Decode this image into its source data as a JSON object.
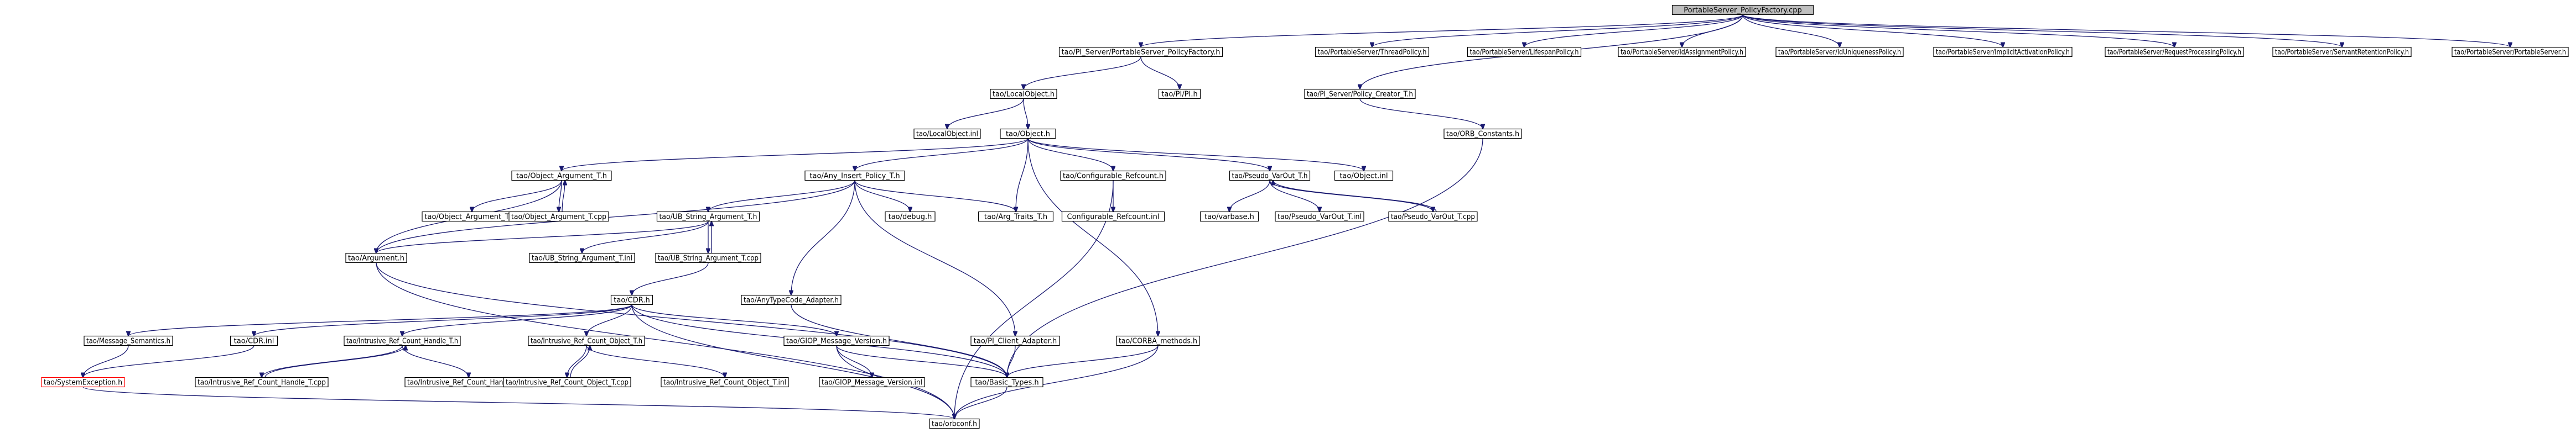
{
  "graph": {
    "nodes": [
      {
        "id": "root",
        "label": "PortableServer_PolicyFactory.cpp",
        "style": "root"
      },
      {
        "id": "pi_sf",
        "label": "tao/PI_Server/PortableServer_PolicyFactory.h"
      },
      {
        "id": "tp",
        "label": "tao/PortableServer/ThreadPolicy.h"
      },
      {
        "id": "lp",
        "label": "tao/PortableServer/LifespanPolicy.h"
      },
      {
        "id": "iap",
        "label": "tao/PortableServer/IdAssignmentPolicy.h"
      },
      {
        "id": "iup",
        "label": "tao/PortableServer/IdUniquenessPolicy.h"
      },
      {
        "id": "impl",
        "label": "tao/PortableServer/ImplicitActivationPolicy.h"
      },
      {
        "id": "rpp",
        "label": "tao/PortableServer/RequestProcessingPolicy.h"
      },
      {
        "id": "srp",
        "label": "tao/PortableServer/ServantRetentionPolicy.h"
      },
      {
        "id": "ps",
        "label": "tao/PortableServer/PortableServer.h"
      },
      {
        "id": "lo",
        "label": "tao/LocalObject.h"
      },
      {
        "id": "pih",
        "label": "tao/PI/PI.h"
      },
      {
        "id": "pcreator",
        "label": "tao/PI_Server/Policy_Creator_T.h"
      },
      {
        "id": "loinl",
        "label": "tao/LocalObject.inl"
      },
      {
        "id": "obj",
        "label": "tao/Object.h"
      },
      {
        "id": "orbc",
        "label": "tao/ORB_Constants.h"
      },
      {
        "id": "oat",
        "label": "tao/Object_Argument_T.h"
      },
      {
        "id": "aip",
        "label": "tao/Any_Insert_Policy_T.h"
      },
      {
        "id": "cref",
        "label": "tao/Configurable_Refcount.h"
      },
      {
        "id": "pvt",
        "label": "tao/Pseudo_VarOut_T.h"
      },
      {
        "id": "objinl",
        "label": "tao/Object.inl"
      },
      {
        "id": "oatinl",
        "label": "tao/Object_Argument_T.inl"
      },
      {
        "id": "oatcpp",
        "label": "tao/Object_Argument_T.cpp"
      },
      {
        "id": "usat",
        "label": "tao/UB_String_Argument_T.h"
      },
      {
        "id": "dbg",
        "label": "tao/debug.h"
      },
      {
        "id": "argt",
        "label": "tao/Arg_Traits_T.h"
      },
      {
        "id": "crefinl",
        "label": "Configurable_Refcount.inl"
      },
      {
        "id": "vbase",
        "label": "tao/varbase.h"
      },
      {
        "id": "pvtinl",
        "label": "tao/Pseudo_VarOut_T.inl"
      },
      {
        "id": "pvtcpp",
        "label": "tao/Pseudo_VarOut_T.cpp"
      },
      {
        "id": "arg",
        "label": "tao/Argument.h"
      },
      {
        "id": "usatinl",
        "label": "tao/UB_String_Argument_T.inl"
      },
      {
        "id": "usatcpp",
        "label": "tao/UB_String_Argument_T.cpp"
      },
      {
        "id": "cdr",
        "label": "tao/CDR.h"
      },
      {
        "id": "atca",
        "label": "tao/AnyTypeCode_Adapter.h"
      },
      {
        "id": "ms",
        "label": "tao/Message_Semantics.h"
      },
      {
        "id": "cdrinl",
        "label": "tao/CDR.inl"
      },
      {
        "id": "irch",
        "label": "tao/Intrusive_Ref_Count_Handle_T.h"
      },
      {
        "id": "irco",
        "label": "tao/Intrusive_Ref_Count_Object_T.h"
      },
      {
        "id": "giop",
        "label": "tao/GIOP_Message_Version.h"
      },
      {
        "id": "pica",
        "label": "tao/PI_Client_Adapter.h"
      },
      {
        "id": "corbam",
        "label": "tao/CORBA_methods.h"
      },
      {
        "id": "sysex",
        "label": "tao/SystemException.h",
        "style": "red"
      },
      {
        "id": "irchcpp",
        "label": "tao/Intrusive_Ref_Count_Handle_T.cpp"
      },
      {
        "id": "irchinl",
        "label": "tao/Intrusive_Ref_Count_Handle_T.inl"
      },
      {
        "id": "irco_cpp",
        "label": "tao/Intrusive_Ref_Count_Object_T.cpp"
      },
      {
        "id": "irco_inl",
        "label": "tao/Intrusive_Ref_Count_Object_T.inl"
      },
      {
        "id": "giopinl",
        "label": "tao/GIOP_Message_Version.inl"
      },
      {
        "id": "basic",
        "label": "tao/Basic_Types.h"
      },
      {
        "id": "orbconf",
        "label": "tao/orbconf.h"
      }
    ],
    "edges": [
      [
        "root",
        "pi_sf"
      ],
      [
        "root",
        "tp"
      ],
      [
        "root",
        "lp"
      ],
      [
        "root",
        "iap"
      ],
      [
        "root",
        "iup"
      ],
      [
        "root",
        "impl"
      ],
      [
        "root",
        "rpp"
      ],
      [
        "root",
        "srp"
      ],
      [
        "root",
        "ps"
      ],
      [
        "root",
        "pcreator"
      ],
      [
        "pi_sf",
        "lo"
      ],
      [
        "pi_sf",
        "pih"
      ],
      [
        "pcreator",
        "orbc"
      ],
      [
        "lo",
        "loinl"
      ],
      [
        "lo",
        "obj"
      ],
      [
        "orbc",
        "basic"
      ],
      [
        "obj",
        "oat"
      ],
      [
        "obj",
        "aip"
      ],
      [
        "obj",
        "cref"
      ],
      [
        "obj",
        "pvt"
      ],
      [
        "obj",
        "objinl"
      ],
      [
        "obj",
        "argt"
      ],
      [
        "obj",
        "corbam"
      ],
      [
        "oat",
        "oatinl"
      ],
      [
        "oat",
        "oatcpp"
      ],
      [
        "oat",
        "arg"
      ],
      [
        "oatcpp",
        "oat"
      ],
      [
        "aip",
        "usat"
      ],
      [
        "aip",
        "dbg"
      ],
      [
        "aip",
        "argt"
      ],
      [
        "aip",
        "arg"
      ],
      [
        "aip",
        "atca"
      ],
      [
        "aip",
        "pica"
      ],
      [
        "cref",
        "crefinl"
      ],
      [
        "cref",
        "orbconf"
      ],
      [
        "pvt",
        "vbase"
      ],
      [
        "pvt",
        "pvtinl"
      ],
      [
        "pvt",
        "pvtcpp"
      ],
      [
        "pvtcpp",
        "pvt"
      ],
      [
        "usat",
        "usatinl"
      ],
      [
        "usat",
        "usatcpp"
      ],
      [
        "usat",
        "arg"
      ],
      [
        "usatcpp",
        "usat"
      ],
      [
        "usatcpp",
        "cdr"
      ],
      [
        "arg",
        "basic"
      ],
      [
        "arg",
        "orbconf"
      ],
      [
        "cdr",
        "ms"
      ],
      [
        "cdr",
        "cdrinl"
      ],
      [
        "cdr",
        "irch"
      ],
      [
        "cdr",
        "irco"
      ],
      [
        "cdr",
        "giop"
      ],
      [
        "cdr",
        "basic"
      ],
      [
        "cdr",
        "orbconf"
      ],
      [
        "ms",
        "sysex"
      ],
      [
        "cdrinl",
        "sysex"
      ],
      [
        "irch",
        "irchcpp"
      ],
      [
        "irch",
        "irchinl"
      ],
      [
        "irchcpp",
        "irch"
      ],
      [
        "irco",
        "irco_cpp"
      ],
      [
        "irco",
        "irco_inl"
      ],
      [
        "irco_cpp",
        "irco"
      ],
      [
        "giop",
        "giopinl"
      ],
      [
        "giop",
        "basic"
      ],
      [
        "giop",
        "orbconf"
      ],
      [
        "atca",
        "basic"
      ],
      [
        "pica",
        "basic"
      ],
      [
        "corbam",
        "basic"
      ],
      [
        "corbam",
        "orbconf"
      ],
      [
        "sysex",
        "orbconf"
      ],
      [
        "basic",
        "orbconf"
      ]
    ]
  }
}
